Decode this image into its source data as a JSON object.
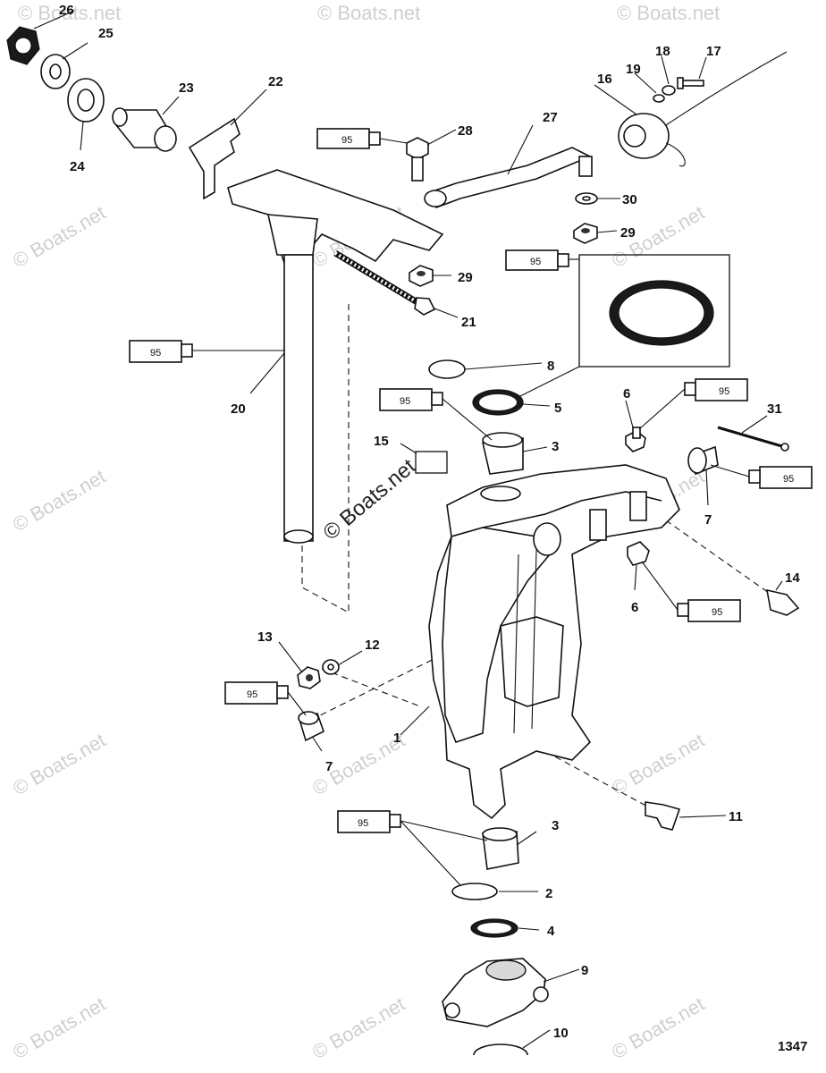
{
  "callouts": [
    "1",
    "2",
    "3",
    "3",
    "4",
    "5",
    "6",
    "6",
    "7",
    "7",
    "8",
    "9",
    "10",
    "11",
    "12",
    "13",
    "14",
    "15",
    "16",
    "17",
    "18",
    "19",
    "20",
    "21",
    "22",
    "23",
    "24",
    "25",
    "26",
    "27",
    "28",
    "29",
    "29",
    "30",
    "31"
  ],
  "sealant_tube_label": "95",
  "watermark_small": "© Boats.net",
  "watermark_center": "© Boats.net",
  "reference_number": "1347"
}
